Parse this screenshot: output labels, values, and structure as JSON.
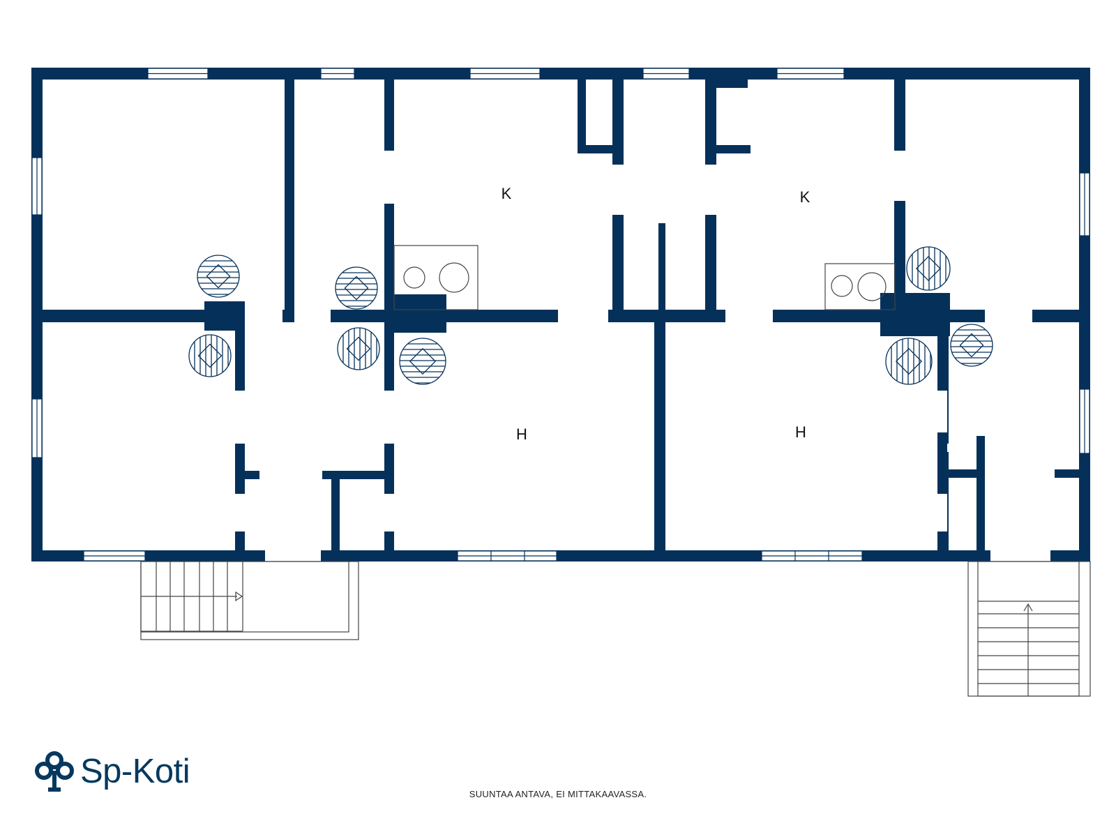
{
  "colors": {
    "wall": "#05305a",
    "brand": "#05385f",
    "background": "#ffffff"
  },
  "rooms": {
    "kitchen_left": "K",
    "kitchen_right": "K",
    "living_left": "H",
    "living_right": "H"
  },
  "logo": {
    "text": "Sp-Koti",
    "icon": "tree-icon"
  },
  "footer": {
    "note": "SUUNTAA ANTAVA, EI MITTAKAAVASSA."
  }
}
